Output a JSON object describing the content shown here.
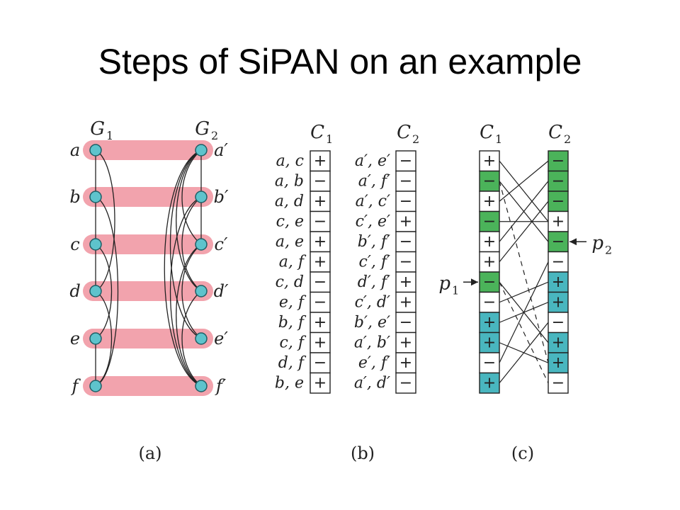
{
  "title": "Steps of SiPAN on an example",
  "colors": {
    "band": "#f2a3ad",
    "node_fill": "#5ec3cc",
    "node_stroke": "#1f5f66",
    "green_cell": "#4bb35a",
    "teal_cell": "#49b6bf",
    "ink": "#222222"
  },
  "panel_a": {
    "caption": "(a)",
    "g1_label": "G",
    "g1_sub": "1",
    "g2_label": "G",
    "g2_sub": "2",
    "left_labels": [
      "a",
      "b",
      "c",
      "d",
      "e",
      "f"
    ],
    "right_labels": [
      "a′",
      "b′",
      "c′",
      "d′",
      "e′",
      "f′"
    ],
    "left_edges": [
      [
        0,
        1
      ],
      [
        1,
        2
      ],
      [
        2,
        3
      ],
      [
        2,
        4
      ],
      [
        3,
        5
      ],
      [
        4,
        5
      ],
      [
        0,
        3
      ],
      [
        1,
        5
      ]
    ],
    "right_edges": [
      [
        0,
        1
      ],
      [
        0,
        2
      ],
      [
        0,
        4
      ],
      [
        0,
        5
      ],
      [
        1,
        2
      ],
      [
        1,
        3
      ],
      [
        1,
        5
      ],
      [
        2,
        4
      ],
      [
        2,
        5
      ],
      [
        3,
        5
      ],
      [
        0,
        3
      ]
    ]
  },
  "panel_b": {
    "caption": "(b)",
    "c1_label": "C",
    "c1_sub": "1",
    "c2_label": "C",
    "c2_sub": "2",
    "c1_pairs": [
      "a, c",
      "a, b",
      "a, d",
      "c, e",
      "a, e",
      "a, f",
      "c, d",
      "e, f",
      "b, f",
      "c, f",
      "d, f",
      "b, e"
    ],
    "c1_signs": [
      "+",
      "−",
      "+",
      "−",
      "+",
      "+",
      "−",
      "−",
      "+",
      "+",
      "−",
      "+"
    ],
    "c2_pairs": [
      "a′, e′",
      "a′, f′",
      "a′, c′",
      "c′, e′",
      "b′, f′",
      "c′, f′",
      "d′, f′",
      "c′, d′",
      "b′, e′",
      "a′, b′",
      "e′, f′",
      "a′, d′"
    ],
    "c2_signs": [
      "−",
      "−",
      "−",
      "+",
      "−",
      "−",
      "+",
      "+",
      "−",
      "+",
      "+",
      "−"
    ]
  },
  "panel_c": {
    "caption": "(c)",
    "c1_label": "C",
    "c1_sub": "1",
    "c2_label": "C",
    "c2_sub": "2",
    "c1_signs": [
      "+",
      "−",
      "+",
      "−",
      "+",
      "+",
      "−",
      "−",
      "+",
      "+",
      "−",
      "+"
    ],
    "c1_fills": [
      "white",
      "green",
      "white",
      "green",
      "white",
      "white",
      "green",
      "white",
      "teal",
      "teal",
      "white",
      "teal"
    ],
    "c2_signs": [
      "−",
      "−",
      "−",
      "+",
      "−",
      "−",
      "+",
      "+",
      "−",
      "+",
      "+",
      "−"
    ],
    "c2_fills": [
      "green",
      "green",
      "green",
      "white",
      "green",
      "white",
      "teal",
      "teal",
      "white",
      "teal",
      "teal",
      "white"
    ],
    "p1_label": "p",
    "p1_sub": "1",
    "p2_label": "p",
    "p2_sub": "2",
    "links": [
      [
        0,
        3
      ],
      [
        1,
        4
      ],
      [
        2,
        0
      ],
      [
        3,
        3
      ],
      [
        4,
        1
      ],
      [
        5,
        2
      ],
      [
        6,
        9
      ],
      [
        7,
        6
      ],
      [
        8,
        7
      ],
      [
        9,
        10
      ],
      [
        10,
        5
      ],
      [
        11,
        8
      ],
      [
        1,
        10
      ],
      [
        6,
        11
      ]
    ]
  }
}
